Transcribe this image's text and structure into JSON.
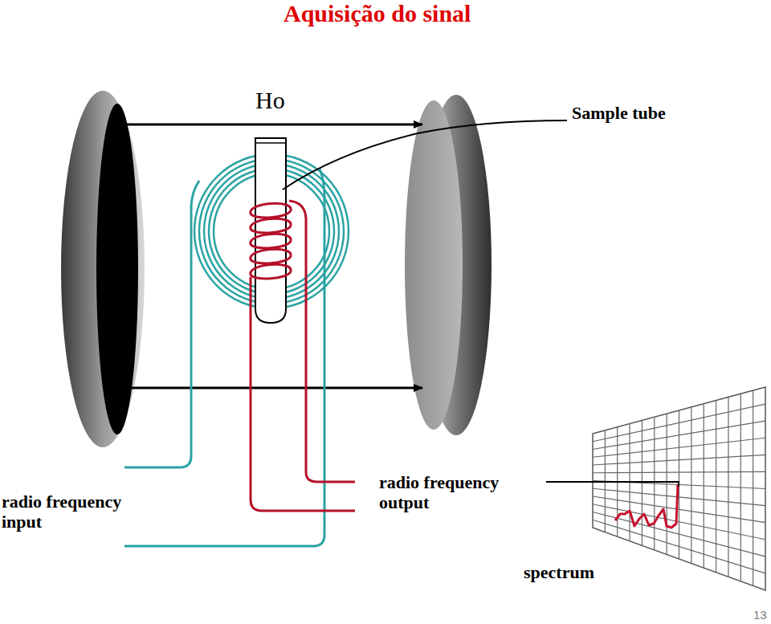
{
  "diagram": {
    "title": "Aquisição do sinal",
    "labels": [
      "Ho",
      "Sample tube",
      "radio frequency input",
      "radio frequency output",
      "spectrum",
      "13"
    ]
  }
}
